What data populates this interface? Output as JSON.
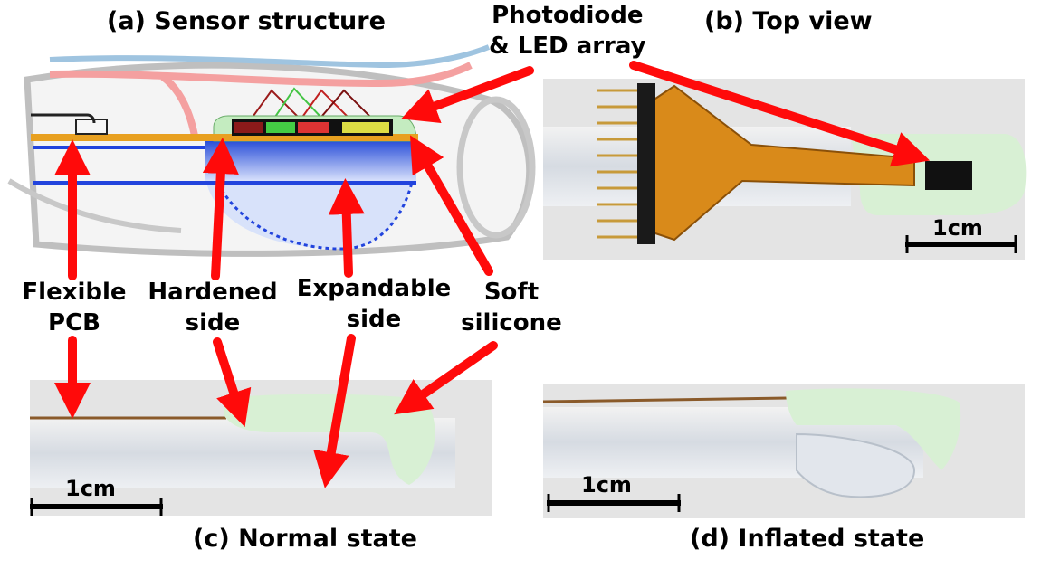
{
  "captions": {
    "a": "(a) Sensor structure",
    "b": "(b) Top view",
    "c": "(c) Normal state",
    "d": "(d) Inflated state"
  },
  "labels": {
    "photodiode_line1": "Photodiode",
    "photodiode_line2": "& LED array",
    "flexible_line1": "Flexible",
    "flexible_line2": "PCB",
    "hardened_line1": "Hardened",
    "hardened_line2": "side",
    "expandable_line1": "Expandable",
    "expandable_line2": "side",
    "soft_line1": "Soft",
    "soft_line2": "silicone"
  },
  "scale_bars": {
    "top_view": "1cm",
    "normal_state": "1cm",
    "inflated_state": "1cm"
  },
  "colors": {
    "arrow": "#ff0a0a",
    "pcb": "#e8a020",
    "silicone": "#c4ecc0",
    "blue": "#2244dd",
    "photo_bg": "#e4e4e4"
  }
}
